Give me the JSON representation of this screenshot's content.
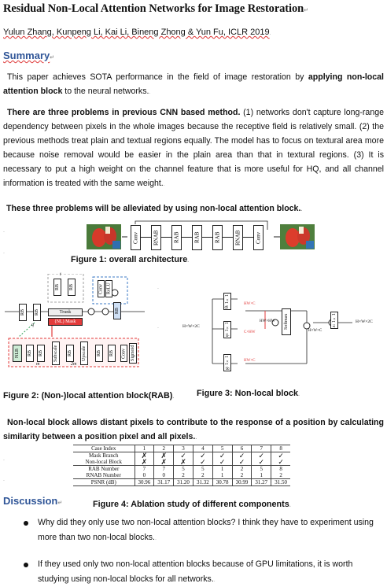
{
  "title": "Residual Non-Local Attention Networks for Image Restoration",
  "authors": "Yulun Zhang, Kunpeng Li, Kai Li, Bineng Zhong & Yun Fu, ICLR 2019",
  "summary": {
    "heading": "Summary",
    "p1_a": "This paper achieves SOTA performance in the field of image restoration by ",
    "p1_b": "applying non-local attention block",
    "p1_c": " to the neural networks.",
    "p2_a": "There are three problems in previous CNN based method.",
    "p2_b": " (1) networks don't capture long-range dependency between pixels in the whole images because the receptive field is relatively small. (2) the previous methods treat plain and textual regions equally. The model has to focus on textural area more because noise removal would be easier in the plain area than that in textural regions. (3) It is necessary to put a high weight on the channel feature that is more useful for HQ, and all channel information is treated with the same weight.",
    "p3": "These three problems will be alleviated by using non-local attention block."
  },
  "fig1": {
    "blocks": [
      "Conv",
      "RNAB",
      "RAB",
      "RAB",
      "RAB",
      "RNAB",
      "Conv"
    ],
    "caption": "Figure 1: overall architecture"
  },
  "fig2": {
    "caption": "Figure 2: (Non-)local attention block(RAB)",
    "trunk": "Trunk",
    "mask": "(NL) Mask",
    "rb": "RB",
    "nlb": "NLB",
    "subscale": "Subscale",
    "upscale": "Upscale",
    "conv": "Conv",
    "sigmoid": "Sigmoid",
    "relu": "ReLU",
    "t": "t",
    "q": "q",
    "m": "m",
    "twom": "2m"
  },
  "fig3": {
    "caption": "Figure 3: Non-local block",
    "input": "H×W×2C",
    "output": "H×W×2C",
    "softmax": "Softmax",
    "theta": "θ: 1×1",
    "phi": "φ: 1×1",
    "g": "g: 1×1",
    "z": "z: 1×1",
    "dim_c": "H×W×C",
    "hwhw": "HW×HW",
    "cxhw": "C×HW",
    "hwxc": "HW×C"
  },
  "nonlocal_text": "Non-local block allows distant pixels to contribute to the response of a position by calculating similarity between a position pixel and all pixels.",
  "table": {
    "header": [
      "Case Index",
      "1",
      "2",
      "3",
      "4",
      "5",
      "6",
      "7",
      "8"
    ],
    "rows": [
      {
        "label": "Mask Branch",
        "values": [
          "✗",
          "✗",
          "✓",
          "✓",
          "✓",
          "✓",
          "✓",
          "✓"
        ]
      },
      {
        "label": "Non-local Block",
        "values": [
          "✗",
          "✗",
          "✗",
          "✓",
          "✓",
          "✓",
          "✓",
          "✓"
        ]
      },
      {
        "label": "RAB Number",
        "values": [
          "7",
          "7",
          "5",
          "5",
          "1",
          "2",
          "5",
          "8"
        ]
      },
      {
        "label": "RNAB Number",
        "values": [
          "0",
          "0",
          "2",
          "2",
          "1",
          "2",
          "1",
          "2"
        ]
      },
      {
        "label": "PSNR (dB)",
        "values": [
          "30.96",
          "31.17",
          "31.20",
          "31.32",
          "30.78",
          "30.99",
          "31.27",
          "31.50"
        ]
      }
    ],
    "caption": "Figure 4: Ablation study of different components"
  },
  "discussion": {
    "heading": "Discussion",
    "bullets": [
      "Why did they only use two non-local attention blocks? I think they have to experiment using more than two non-local blocks.",
      "If they used only two non-local attention blocks because of GPU limitations, it is worth studying using non-local blocks for all networks."
    ]
  },
  "colors": {
    "heading": "#2f5597",
    "accent_red": "#e23b3b",
    "accent_blue": "#3b78c6",
    "accent_green": "#35a45b"
  }
}
